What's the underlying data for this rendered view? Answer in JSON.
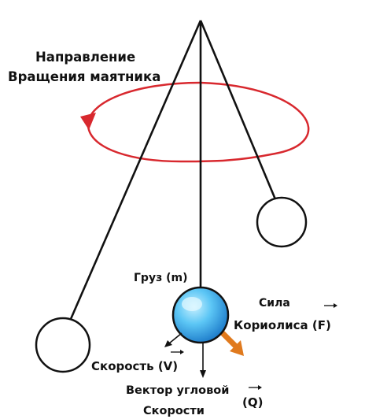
{
  "labels": {
    "rotation_line1": "Направление",
    "rotation_line2": "Вращения маятника",
    "weight": "Груз (m)",
    "coriolis_line1": "Сила",
    "coriolis_line2": "Кориолиса (F)",
    "velocity": "Скорость (V)",
    "angular_line1": "Вектор угловой",
    "angular_line2": "Скорости",
    "angular_symbol": "(Q)"
  },
  "colors": {
    "rotation_arrow": "#d8282e",
    "bob_blue": "#1e94e0",
    "coriolis_arrow": "#e07a1e",
    "line": "#111111"
  }
}
